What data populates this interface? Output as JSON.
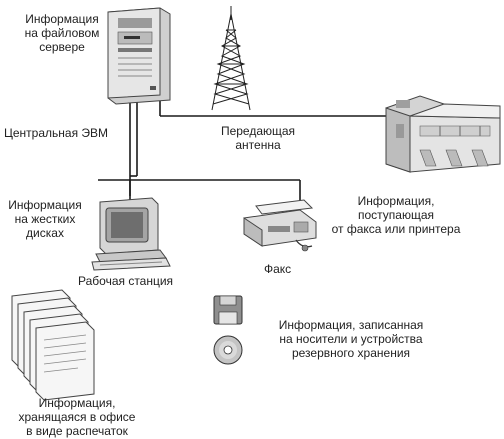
{
  "labels": {
    "server_info": [
      "Информация",
      "на файловом",
      "сервере"
    ],
    "mainframe": "Центральная ЭВМ",
    "antenna": [
      "Передающая",
      "антенна"
    ],
    "hdd_info": [
      "Информация",
      "на жестких",
      "дисках"
    ],
    "workstation": "Рабочая станция",
    "fax_printer_info": [
      "Информация,",
      "поступающая",
      "от факса или принтера"
    ],
    "fax": "Факс",
    "backup_info": [
      "Информация, записанная",
      "на носители и устройства",
      "резервного хранения"
    ],
    "printouts_info": [
      "Информация,",
      "хранящаяся в офисе",
      "в виде распечаток"
    ]
  },
  "icons": [
    "server-icon",
    "antenna-tower-icon",
    "printer-icon",
    "workstation-icon",
    "fax-icon",
    "floppy-disk-icon",
    "cd-disc-icon",
    "paper-stack-icon"
  ],
  "colors": {
    "line": "#1a1a1a",
    "device_light": "#e2e2e2",
    "device_mid": "#b8b8b8",
    "device_dark": "#7a7a7a"
  }
}
